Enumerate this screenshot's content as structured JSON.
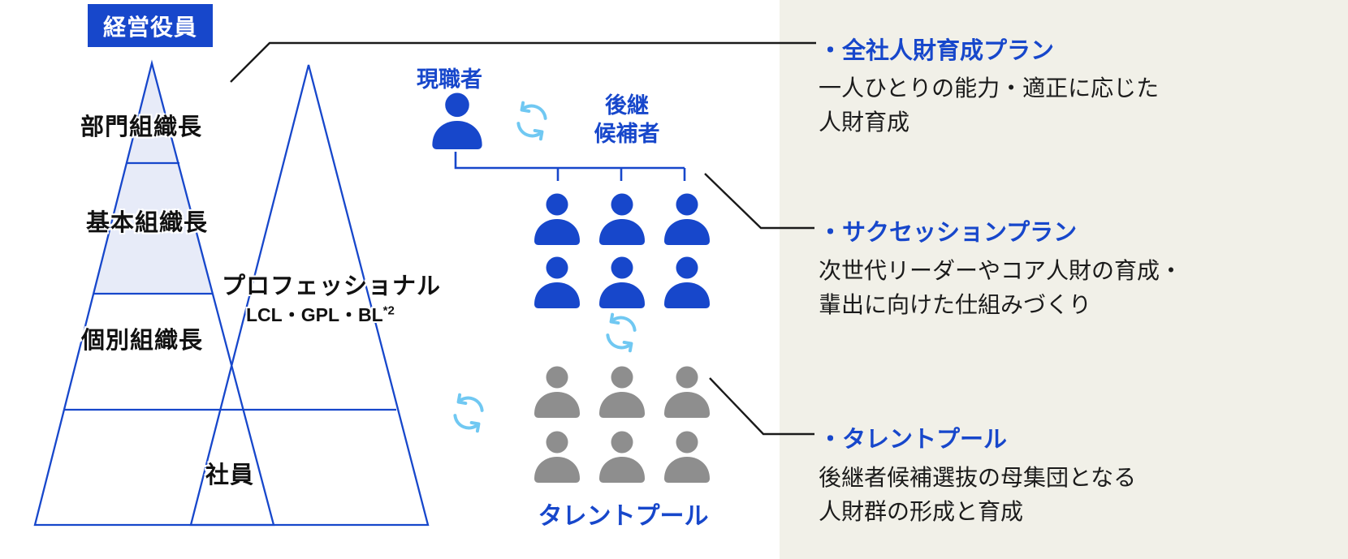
{
  "colors": {
    "accent_blue": "#1747CB",
    "light_blue_arrows": "#70C8F2",
    "gray_person": "#8E8E8E",
    "panel_background": "#F1F0E8",
    "pyramid_top_fill": "#E7EBF8",
    "connector_black": "#1a1a1a"
  },
  "pyramid": {
    "top_box": "経営役員",
    "level1": "部門組織長",
    "level2": "基本組織長",
    "level3": "個別組織長",
    "professional_title": "プロフェッショナル",
    "professional_sub": "LCL・GPL・BL",
    "professional_note": "*2",
    "employee": "社員"
  },
  "center": {
    "incumbent_label": "現職者",
    "successor_label": "後継\n候補者",
    "talent_pool_label": "タレントプール"
  },
  "panel": {
    "items": [
      {
        "title": "・全社人財育成プラン",
        "body": [
          "一人ひとりの能力・適正に応じた",
          "人財育成"
        ]
      },
      {
        "title": "・サクセッションプラン",
        "body": [
          "次世代リーダーやコア人財の育成・",
          "輩出に向けた仕組みづくり"
        ]
      },
      {
        "title": "・タレントプール",
        "body": [
          "後継者候補選抜の母集団となる",
          "人財群の形成と育成"
        ]
      }
    ]
  }
}
